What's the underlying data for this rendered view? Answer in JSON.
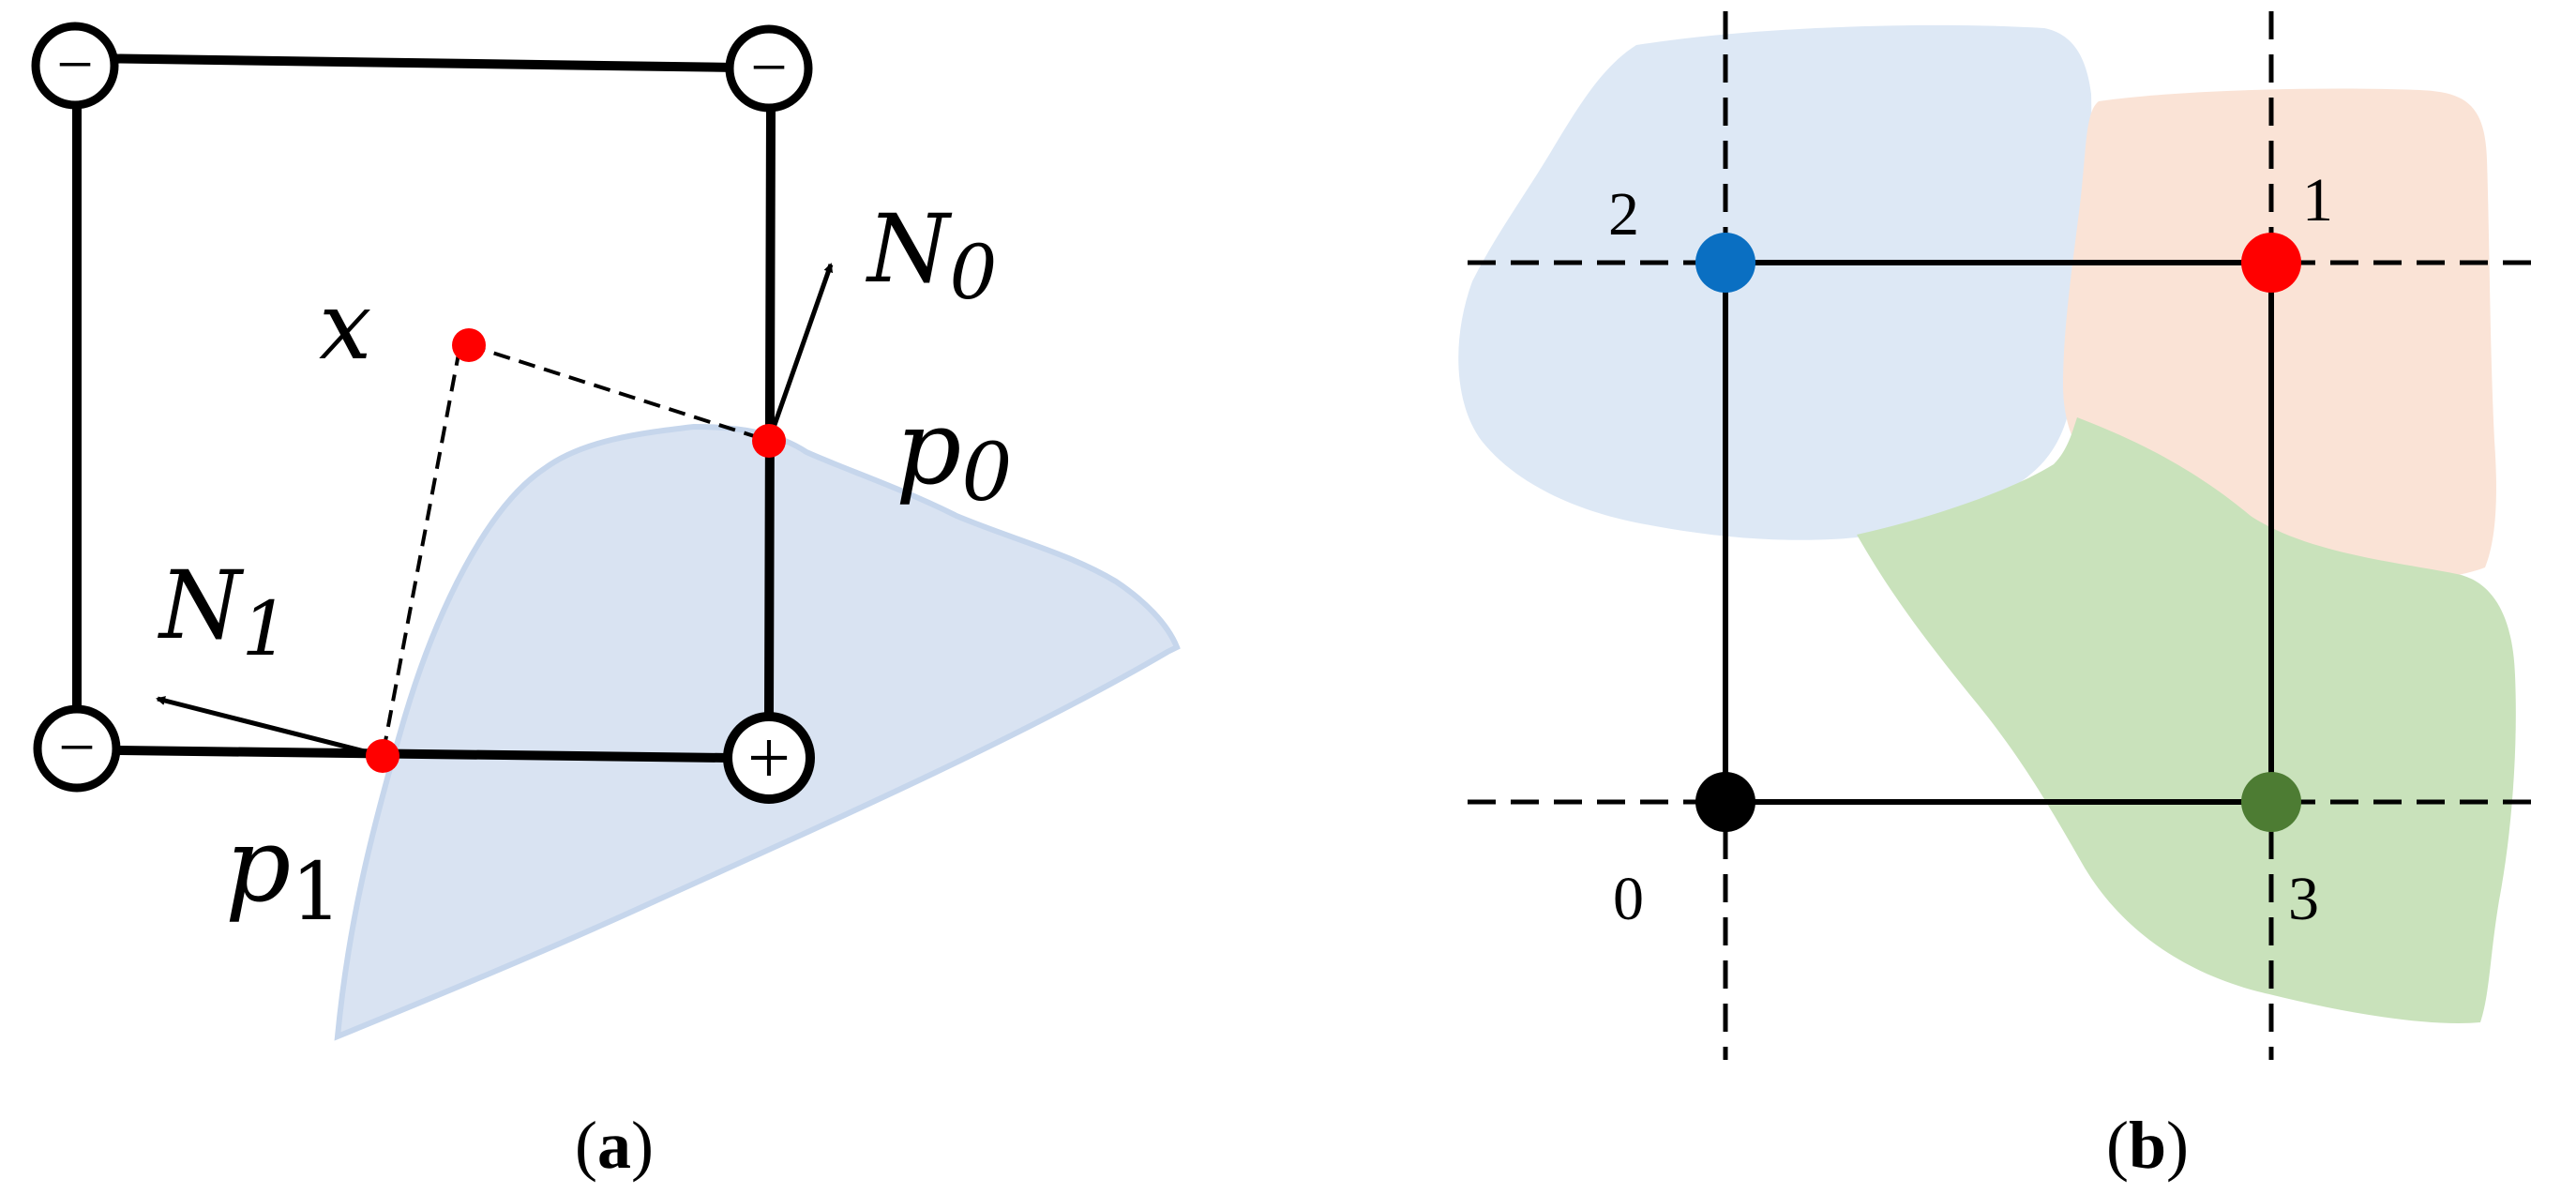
{
  "panel_a": {
    "caption_open": "(",
    "caption_letter": "a",
    "caption_close": ")",
    "corner_signs": {
      "top_left": "−",
      "top_right": "−",
      "bottom_left": "−",
      "bottom_right": "+"
    },
    "point_x": "x",
    "normal_0": "N",
    "normal_0_sub": "0",
    "normal_1": "N",
    "normal_1_sub": "1",
    "intersection_0": "p",
    "intersection_0_sub": "0",
    "intersection_1": "p",
    "intersection_1_sub": "1"
  },
  "panel_b": {
    "caption_open": "(",
    "caption_letter": "b",
    "caption_close": ")",
    "vertex_labels": [
      "0",
      "1",
      "2",
      "3"
    ]
  },
  "colors": {
    "line": "#000000",
    "point_red": "#ff0000",
    "vertex_blue": "#0a6fc2",
    "vertex_red": "#ff0000",
    "vertex_green": "#4d7c33",
    "vertex_black": "#000000",
    "region_blue": "#dde8f5",
    "region_orange": "#fae3d6",
    "region_green": "#c9e2bb",
    "surface_blue": "#d9e3f2"
  }
}
